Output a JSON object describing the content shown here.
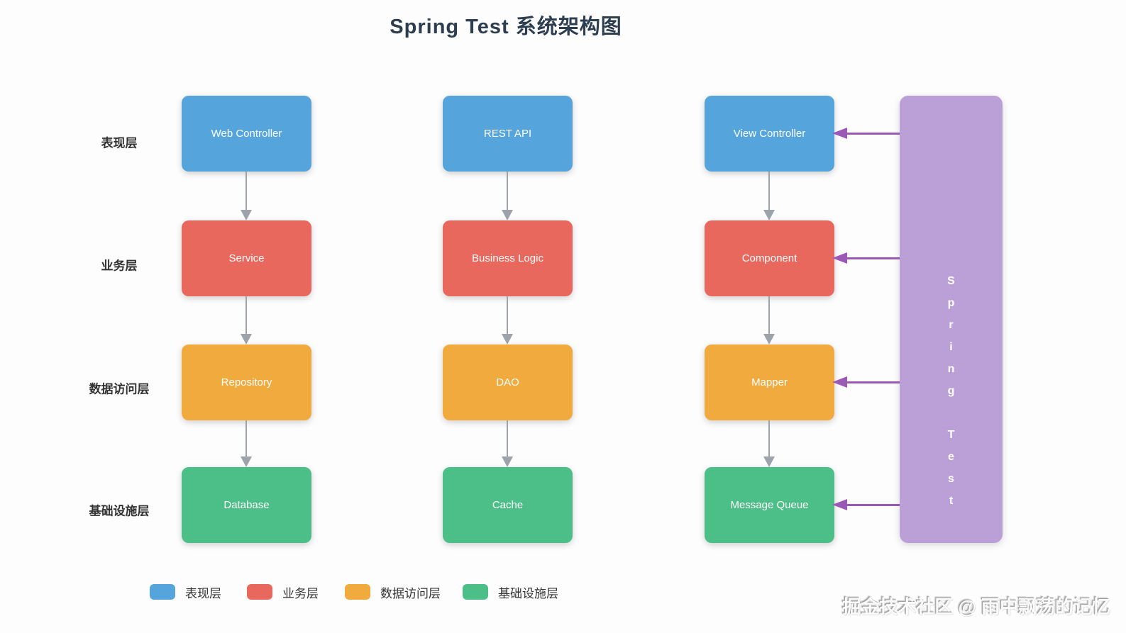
{
  "title": "Spring Test 系统架构图",
  "palette": {
    "presentation_layer": "#55A5DC",
    "business_layer": "#E8685E",
    "data_access_layer": "#F1AA3D",
    "infrastructure_layer": "#4CBE87",
    "spring_fill": "#BBA0D8",
    "spring_arrow": "#9B59B6",
    "flow_arrow": "#9CA3AA",
    "title_text": "#2C3E50",
    "label_text": "#333333",
    "legend_text": "#333333"
  },
  "layers": [
    {
      "label": "表现层"
    },
    {
      "label": "业务层"
    },
    {
      "label": "数据访问层"
    },
    {
      "label": "基础设施层"
    }
  ],
  "columns": [
    {
      "nodes": [
        {
          "label": "Web Controller"
        },
        {
          "label": "Service"
        },
        {
          "label": "Repository"
        },
        {
          "label": "Database"
        }
      ]
    },
    {
      "nodes": [
        {
          "label": "REST API"
        },
        {
          "label": "Business Logic"
        },
        {
          "label": "DAO"
        },
        {
          "label": "Cache"
        }
      ]
    },
    {
      "nodes": [
        {
          "label": "View Controller"
        },
        {
          "label": "Component"
        },
        {
          "label": "Mapper"
        },
        {
          "label": "Message Queue"
        }
      ]
    }
  ],
  "spring_box": {
    "label": "Spring Test"
  },
  "legend": {
    "items": [
      {
        "label": "表现层"
      },
      {
        "label": "业务层"
      },
      {
        "label": "数据访问层"
      },
      {
        "label": "基础设施层"
      }
    ]
  },
  "watermark": "掘金技术社区 @ 雨中飘荡的记忆"
}
